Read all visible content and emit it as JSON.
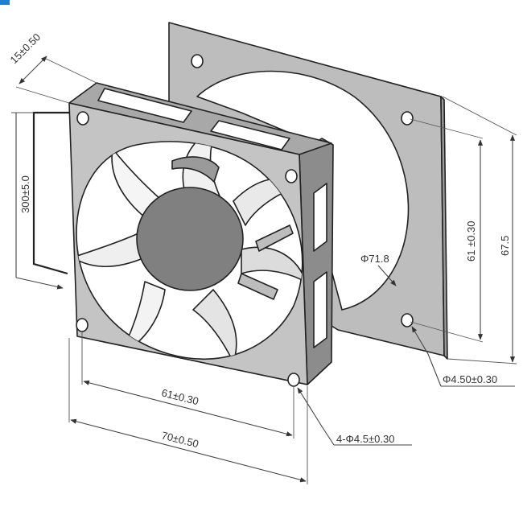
{
  "drawing": {
    "colors": {
      "ink": "#222222",
      "frame_front": "#c9c9c9",
      "frame_side": "#8f8f8f",
      "gasket": "#b9b9b9",
      "hub": "#7f7f7f",
      "blade_light": "#f2f2f2",
      "blade_dark": "#9a9a9a",
      "accent": "#1f7fd1"
    },
    "dimensions": {
      "depth": "15±0.50",
      "cable_length": "300±5.0",
      "gasket_hole_diameter": "Φ71.8",
      "gasket_hole_spacing": "61 ±0.30",
      "gasket_height": "67.5",
      "gasket_mount_hole": "Φ4.50±0.30",
      "fan_hole_spacing": "61±0.30",
      "fan_width": "70±0.50",
      "fan_mount_holes": "4-Φ4.5±0.30"
    }
  }
}
